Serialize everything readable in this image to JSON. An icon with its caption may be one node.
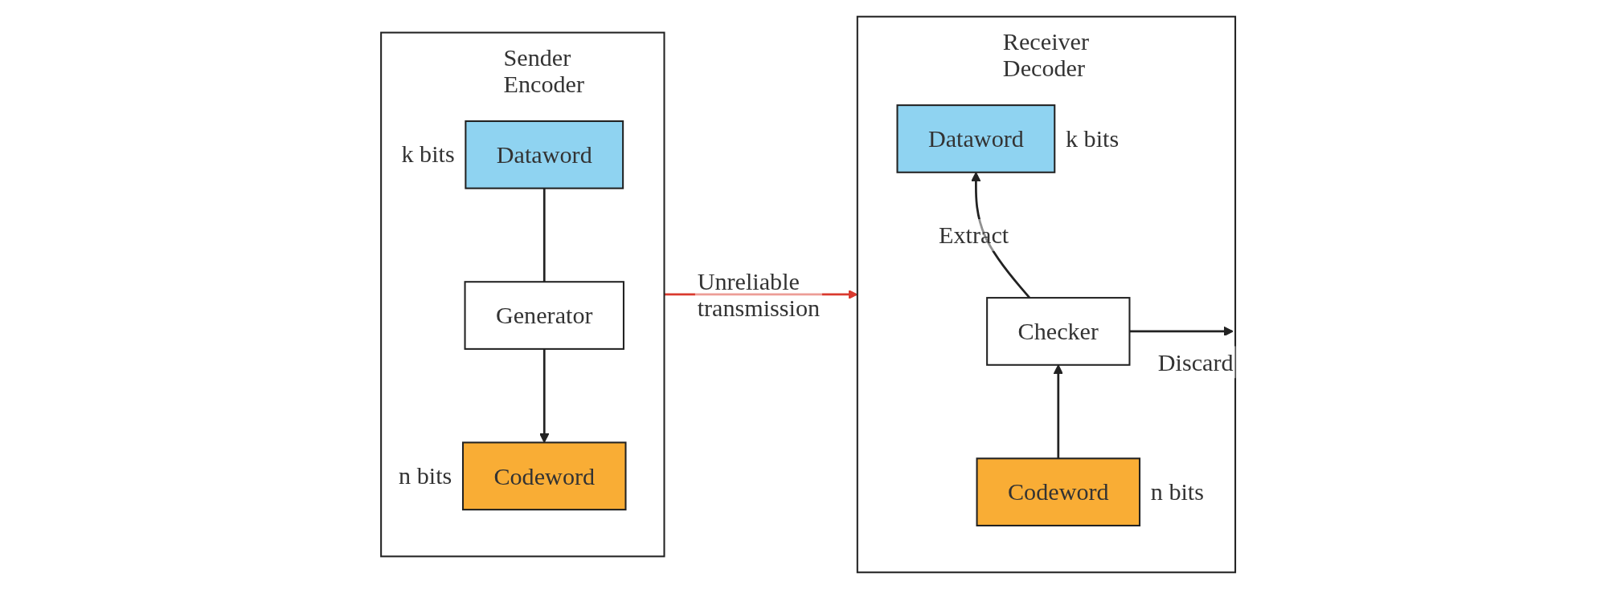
{
  "diagram": {
    "nodes": [
      {
        "text": [
          "Sender",
          "Encoder"
        ]
      },
      {
        "text": [
          "Dataword"
        ],
        "in": 0,
        "beside": [
          "k bits"
        ]
      },
      {
        "text": [
          "Generator"
        ],
        "in": 0
      },
      {
        "text": [
          "Codeword"
        ],
        "in": 0,
        "beside": [
          "n bits"
        ]
      },
      {
        "text": [
          "Receiver",
          "Decoder"
        ]
      },
      {
        "text": [
          "Dataword"
        ],
        "in": 4,
        "beside": [
          "k bits"
        ]
      },
      {
        "text": [
          "Checker"
        ],
        "in": 4
      },
      {
        "text": [
          "Codeword"
        ],
        "in": 4,
        "beside": [
          "n bits"
        ]
      }
    ],
    "edges": [
      {
        "from": 1,
        "to": 2,
        "arrow": "none"
      },
      {
        "from": 2,
        "to": 3,
        "arrow": "to"
      },
      {
        "from": 0,
        "to": 4,
        "arrow": "to",
        "label": "Unreliable transmission",
        "color": "#d93a2f"
      },
      {
        "from": 7,
        "to": 6,
        "arrow": "to"
      },
      {
        "from": 6,
        "to": 5,
        "arrow": "to",
        "label": "Extract"
      },
      {
        "from": 6,
        "to": null,
        "arrow": "to",
        "label": "Discard"
      }
    ]
  }
}
